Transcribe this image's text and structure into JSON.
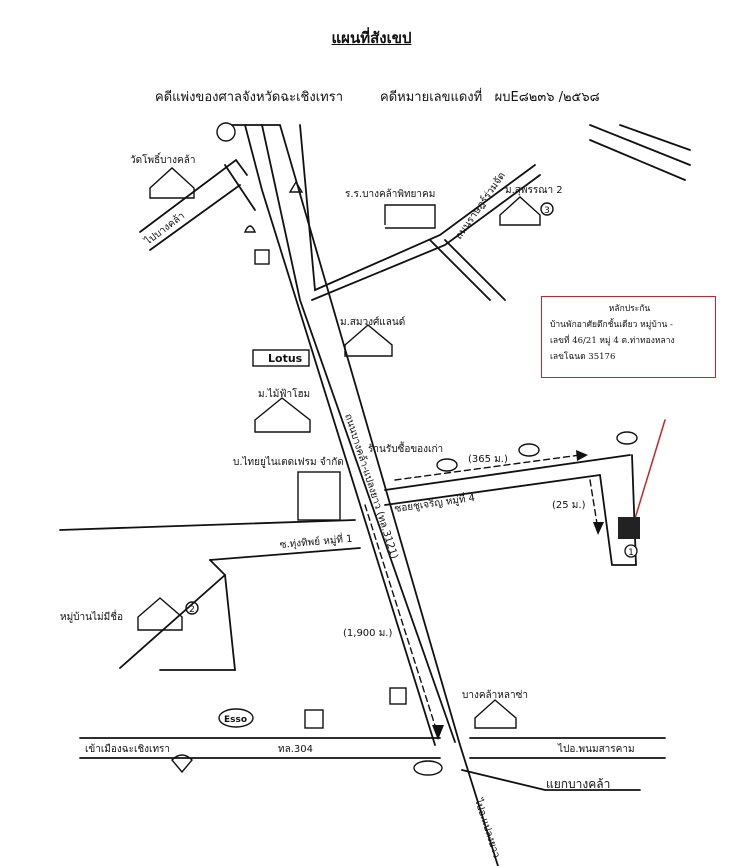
{
  "title": "แผนที่สังเขป",
  "header": {
    "court": "คดีแพ่งของศาลจังหวัดฉะเชิงเทรา",
    "case_label": "คดีหมายเลขแดงที่",
    "case_number": "ผบE๘๒๓๖ /๒๕๖๘"
  },
  "info_box": {
    "title": "หลักประกัน",
    "line1": "บ้านพักอาศัยตึกชั้นเดียว หมู่บ้าน -",
    "line2": "เลขที่ 46/21    หมู่ 4  ต.ท่าทองหลาง",
    "line3": "เลขโฉนด  35176"
  },
  "roads": {
    "main_road": "ถนนบางคล้า-แปลงยาว (ทล.3121)",
    "road_304": "ทล.304",
    "to_chachoengsao": "เข้าเมืองฉะเชิงเทรา",
    "to_phanom_sarakham": "ไปอ.พนมสารคาม",
    "to_plaeng_yao": "ไปอ.แปลงยาว",
    "bang_khla_side": "ไปบางคล้า",
    "soi_jaroen": "ซอยชูเจริญ หมู่ที่ 4",
    "soi_thung_sap": "ซ.ทุ่งทิพย์ หมู่ที่ 1",
    "road_top_right": "ถนนราษฎร์ร่วมจัด"
  },
  "landmarks": {
    "wat": "วัดโพธิ์บางคล้า",
    "school": "ร.ร.บางคล้าพิทยาคม",
    "village_2": "ม.สุพรรณา 2",
    "village_mongkol": "ม.สมวงศ์แลนด์",
    "lotus": "Lotus",
    "village_maifah": "ม.ไม้ฟ้าโฮม",
    "shop": "ร้านรับซื้อของเก่า",
    "factory": "บ.ไทยยูไนเตดเฟรม จำกัด",
    "village_baimaisee": "หมู่บ้านไม่มีชื่อ",
    "bang_khla_hall": "บางคล้าหลาซ่า",
    "junction": "แยกบางคล้า",
    "esso": "Esso"
  },
  "distances": {
    "d365": "(365 ม.)",
    "d25": "(25 ม.)",
    "d1900": "(1,900 ม.)"
  },
  "markers": {
    "m1": "1",
    "m2": "2",
    "m3": "3"
  }
}
